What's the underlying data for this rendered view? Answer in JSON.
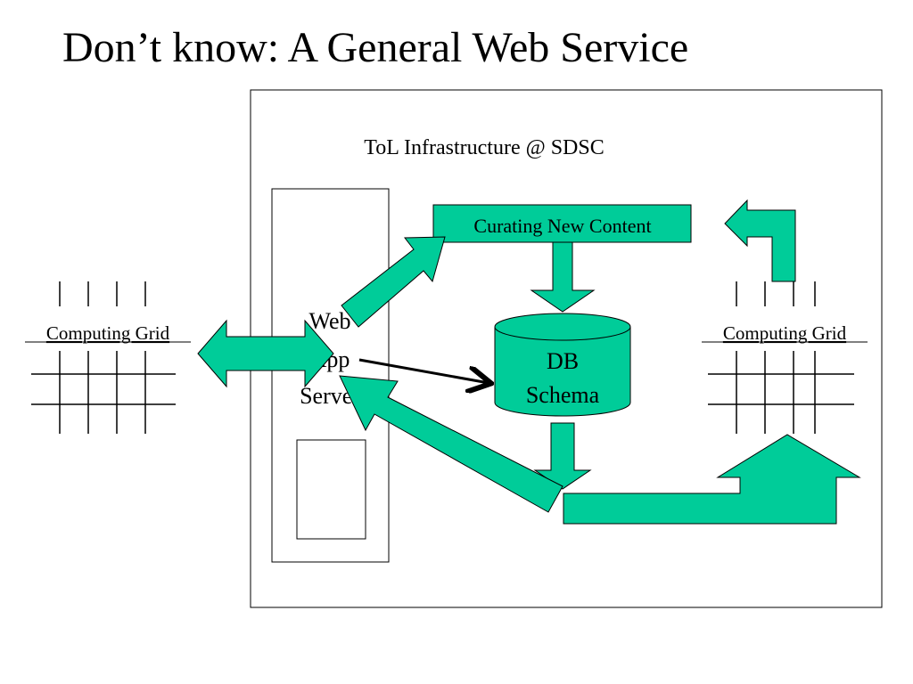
{
  "slide": {
    "title": "Don’t know:  A General Web Service"
  },
  "diagram": {
    "container_label": "ToL Infrastructure @ SDSC",
    "curating_label": "Curating New Content",
    "db_label_line1": "DB",
    "db_label_line2": "Schema",
    "webapp_line1": "Web",
    "webapp_line2": "App",
    "webapp_line3": "Server",
    "grid_left_label": "Computing Grid",
    "grid_right_label": "Computing Grid",
    "colors": {
      "arrow_fill": "#00CC99",
      "stroke": "#000000",
      "background": "#FFFFFF"
    }
  }
}
